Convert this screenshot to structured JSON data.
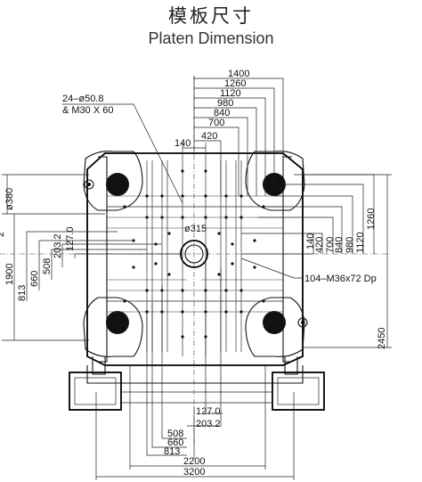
{
  "title": {
    "chinese": "模板尺寸",
    "english": "Platen Dimension"
  },
  "labels": {
    "tie_bar_holes": "24–ø50.8",
    "tie_bar_thread": "& M30 X 60",
    "tie_bar_diameter": "ø380",
    "center_hole": "ø315",
    "mount_holes": "104–M36x72  Dp",
    "overall_height": "2450",
    "left_1900": "1900",
    "left_813": "813",
    "left_660": "660",
    "left_508": "508",
    "left_203": "203.2",
    "left_127": "127.0",
    "left_partial": "2"
  },
  "top_dims": [
    "1400",
    "1260",
    "1120",
    "980",
    "840",
    "700",
    "420",
    "140"
  ],
  "right_dims": [
    "140",
    "420",
    "700",
    "840",
    "980",
    "1120",
    "1260"
  ],
  "bottom_dims": [
    "127.0",
    "203.2",
    "508",
    "660",
    "813",
    "2200",
    "3200"
  ]
}
